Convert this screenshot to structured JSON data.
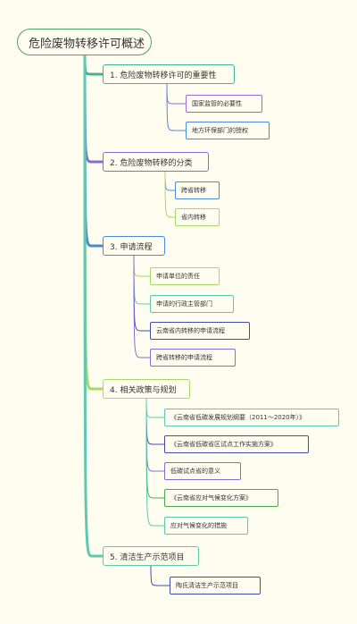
{
  "root": {
    "label": "危险废物转移许可概述"
  },
  "sections": [
    {
      "label": "1. 危险废物转移许可的重要性",
      "color": "#47b08e",
      "children": [
        {
          "label": "国家监管的必要性",
          "color": "#9b6bcf"
        },
        {
          "label": "地方环保部门的授权",
          "color": "#4b8ad8"
        }
      ]
    },
    {
      "label": "2. 危险废物转移的分类",
      "color": "#8b6ad6",
      "children": [
        {
          "label": "跨省转移",
          "color": "#4b8ad8"
        },
        {
          "label": "省内转移",
          "color": "#a6d96a"
        }
      ]
    },
    {
      "label": "3. 申请流程",
      "color": "#4b8ad8",
      "children": [
        {
          "label": "申请单位的责任",
          "color": "#a6d96a"
        },
        {
          "label": "申请的行政主管部门",
          "color": "#5dc9b0"
        },
        {
          "label": "云南省内转移的申请流程",
          "color": "#3f4fa8"
        },
        {
          "label": "跨省转移的申请流程",
          "color": "#8b6ad6"
        }
      ]
    },
    {
      "label": "4. 相关政策与规划",
      "color": "#a6d96a",
      "children": [
        {
          "label": "《云南省低碳发展规划纲要（2011～2020年）》",
          "color": "#5dc9b0"
        },
        {
          "label": "《云南省低碳省区试点工作实施方案》",
          "color": "#3f4fa8"
        },
        {
          "label": "低碳试点省的意义",
          "color": "#8b6ad6"
        },
        {
          "label": "《云南省应对气候变化方案》",
          "color": "#4caa4c"
        },
        {
          "label": "应对气候变化的措施",
          "color": "#5dc9b0"
        }
      ]
    },
    {
      "label": "5. 清洁生产示范项目",
      "color": "#5dc9b0",
      "children": [
        {
          "label": "陶氏清洁生产示范项目",
          "color": "#3f4fa8"
        }
      ]
    }
  ]
}
